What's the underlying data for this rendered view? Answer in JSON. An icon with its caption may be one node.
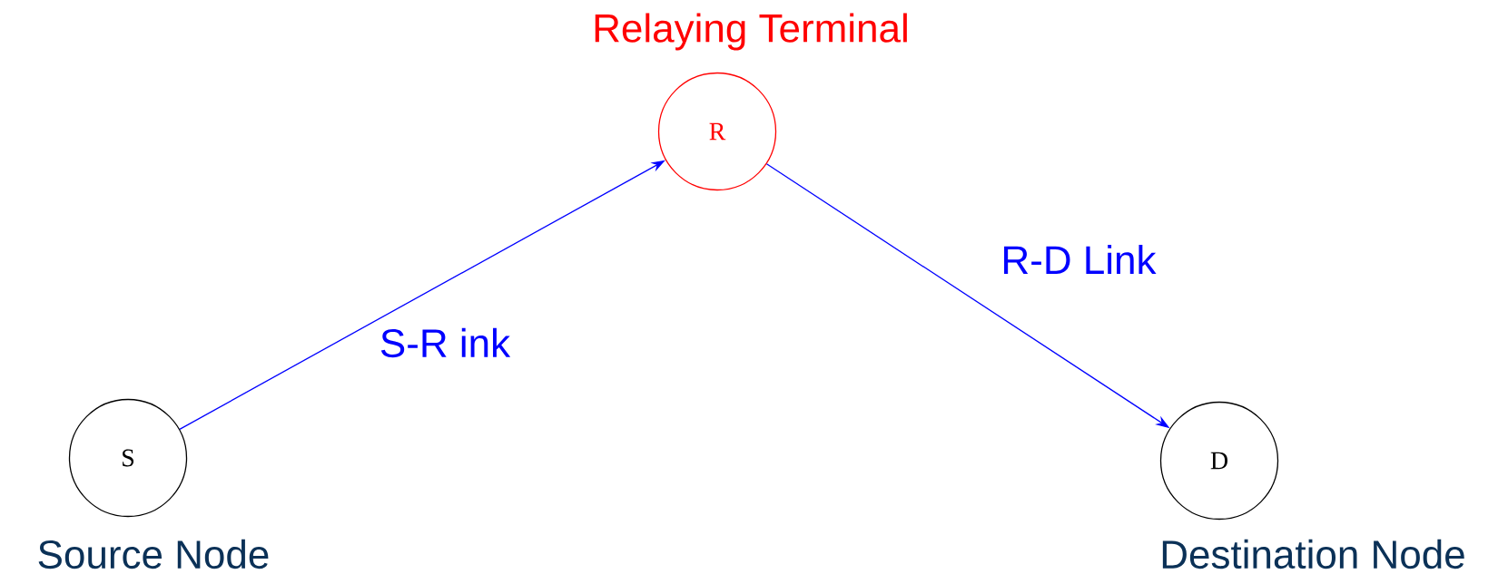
{
  "diagram": {
    "nodes": [
      {
        "text": [
          "S"
        ],
        "beside": [
          "Source Node"
        ]
      },
      {
        "text": [
          "R"
        ],
        "beside": [
          "Relaying Terminal"
        ]
      },
      {
        "text": [
          "D"
        ],
        "beside": [
          "Destination Node"
        ]
      }
    ],
    "edges": [
      {
        "from": 0,
        "to": 1,
        "arrow": "to",
        "label": "S-R ink"
      },
      {
        "from": 1,
        "to": 2,
        "arrow": "to",
        "label": "R-D Link"
      }
    ]
  }
}
